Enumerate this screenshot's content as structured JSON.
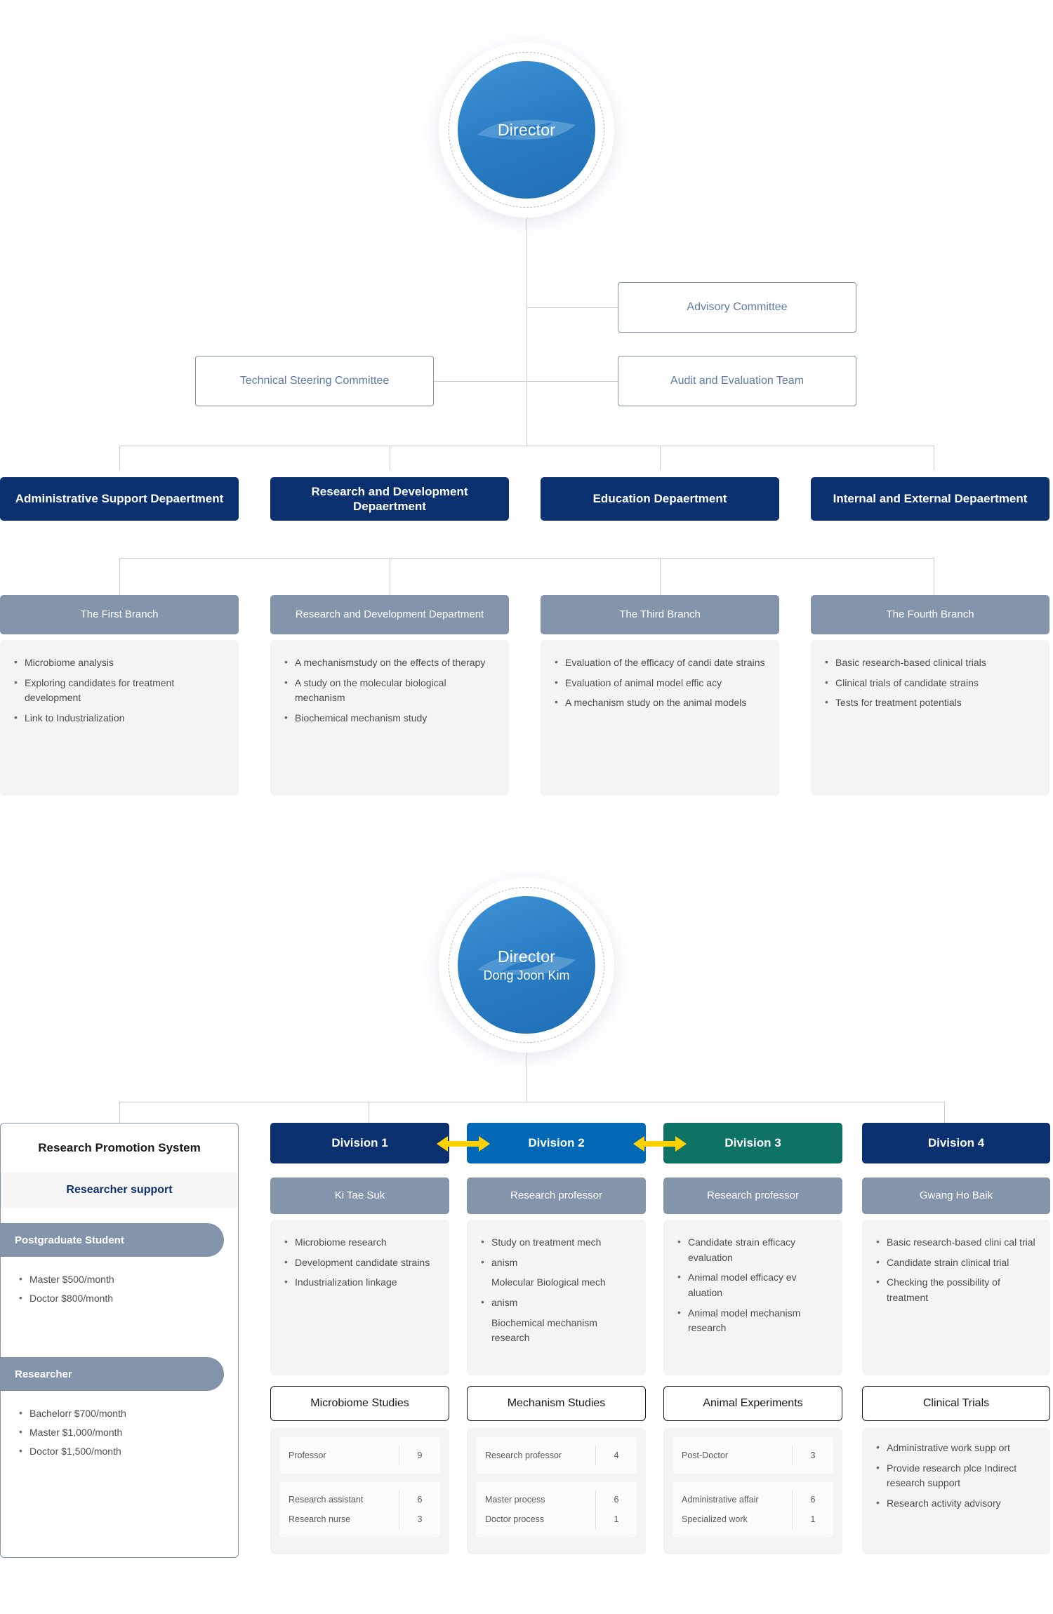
{
  "top_chart": {
    "director": {
      "title": "Director",
      "name": ""
    },
    "committees": [
      {
        "label": "Advisory Committee"
      },
      {
        "label": "Technical Steering Committee"
      },
      {
        "label": "Audit and Evaluation Team"
      }
    ],
    "departments": [
      {
        "label": "Administrative Support Depaertment"
      },
      {
        "label": "Research and Development Depaertment"
      },
      {
        "label": "Education Depaertment"
      },
      {
        "label": "Internal and External Depaertment"
      }
    ],
    "branches": [
      {
        "header": "The First Branch",
        "items": [
          "Microbiome analysis",
          "Exploring candidates for treatment development",
          "Link to Industrialization"
        ]
      },
      {
        "header": "Research and Development Department",
        "items": [
          "A mechanismstudy on the effects of therapy",
          "A study on the molecular biological mechanism",
          "Biochemical mechanism study"
        ]
      },
      {
        "header": "The Third Branch",
        "items": [
          "Evaluation of the efficacy of candi date strains",
          "Evaluation of animal model effic acy",
          "A mechanism study on the animal models"
        ]
      },
      {
        "header": "The Fourth Branch",
        "items": [
          "Basic research-based clinical trials",
          "Clinical trials of candidate strains",
          "Tests for treatment potentials"
        ]
      }
    ]
  },
  "bottom_chart": {
    "director": {
      "title": "Director",
      "name": "Dong Joon Kim"
    },
    "promotion": {
      "title": "Research Promotion System",
      "subtitle": "Researcher support",
      "groups": [
        {
          "label": "Postgraduate Student",
          "items": [
            "Master $500/month",
            "Doctor $800/month"
          ]
        },
        {
          "label": "Researcher",
          "items": [
            "Bachelorr $700/month",
            "Master $1,000/month",
            "Doctor $1,500/month"
          ]
        }
      ]
    },
    "divisions": [
      {
        "label": "Division 1",
        "color": "#0a3070",
        "lead": "Ki Tae Suk",
        "items": [
          {
            "text": "Microbiome research",
            "bullet": true
          },
          {
            "text": "Development candidate strains",
            "bullet": true
          },
          {
            "text": "Industrialization linkage",
            "bullet": true
          }
        ],
        "study": "Microbiome Studies",
        "stat_groups": [
          {
            "rows": [
              {
                "label": "Professor",
                "value": "9"
              }
            ]
          },
          {
            "rows": [
              {
                "label": "Research assistant",
                "value": "6"
              },
              {
                "label": "Research nurse",
                "value": "3"
              }
            ]
          }
        ]
      },
      {
        "label": "Division 2",
        "color": "#0068b5",
        "lead": "Research professor",
        "items": [
          {
            "text": "Study on treatment mech",
            "bullet": true
          },
          {
            "text": "anism",
            "bullet": true
          },
          {
            "text": "Molecular Biological mech",
            "bullet": false
          },
          {
            "text": "anism",
            "bullet": true
          },
          {
            "text": "Biochemical mechanism research",
            "bullet": false
          }
        ],
        "study": "Mechanism Studies",
        "stat_groups": [
          {
            "rows": [
              {
                "label": "Research professor",
                "value": "4"
              }
            ]
          },
          {
            "rows": [
              {
                "label": "Master process",
                "value": "6"
              },
              {
                "label": "Doctor process",
                "value": "1"
              }
            ]
          }
        ]
      },
      {
        "label": "Division 3",
        "color": "#0e7265",
        "lead": "Research professor",
        "items": [
          {
            "text": "Candidate strain efficacy evaluation",
            "bullet": true
          },
          {
            "text": "Animal model efficacy ev aluation",
            "bullet": true
          },
          {
            "text": "Animal model mechanism research",
            "bullet": true
          }
        ],
        "study": "Animal Experiments",
        "stat_groups": [
          {
            "rows": [
              {
                "label": "Post-Doctor",
                "value": "3"
              }
            ]
          },
          {
            "rows": [
              {
                "label": "Administrative affair",
                "value": "6"
              },
              {
                "label": "Specialized work",
                "value": "1"
              }
            ]
          }
        ]
      },
      {
        "label": "Division 4",
        "color": "#0a3070",
        "lead": "Gwang Ho Baik",
        "items": [
          {
            "text": "Basic research-based clini cal trial",
            "bullet": true
          },
          {
            "text": "Candidate strain clinical trial",
            "bullet": true
          },
          {
            "text": "Checking the possibility of treatment",
            "bullet": true
          }
        ],
        "study": "Clinical Trials",
        "final_items": [
          "Administrative work supp ort",
          "Provide research plce Indirect research support",
          "Research activity advisory"
        ]
      }
    ],
    "arrows": [
      {
        "name": "arrow-division-1-2"
      },
      {
        "name": "arrow-division-2-3"
      }
    ]
  },
  "colors": {
    "navy": "#0a3070",
    "blue": "#0068b5",
    "teal": "#0e7265",
    "slate": "#8494ab",
    "arrow_yellow": "#FFD100",
    "line": "#c9ccd1"
  }
}
